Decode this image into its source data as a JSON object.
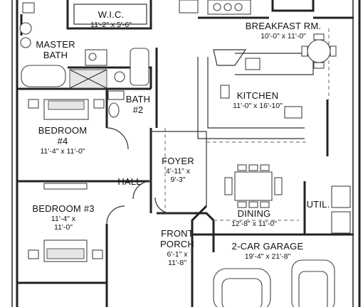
{
  "rooms": {
    "wic": {
      "name": "W.I.C.",
      "dims": "11'-2\" x 5'-6\""
    },
    "breakfast": {
      "name": "BREAKFAST RM.",
      "dims": "10'-0\" x 11'-0\""
    },
    "master_bath": {
      "line1": "MASTER",
      "line2": "BATH"
    },
    "kitchen": {
      "name": "KITCHEN",
      "dims": "11'-0\" x 16'-10\""
    },
    "bath2": {
      "line1": "BATH",
      "line2": "#2"
    },
    "bedroom4": {
      "line1": "BEDROOM",
      "line2": "#4",
      "dims": "11'-4\" x 11'-0\""
    },
    "foyer": {
      "name": "FOYER",
      "dims1": "4'-11\" x",
      "dims2": "9'-3\""
    },
    "hall": {
      "name": "HALL"
    },
    "bedroom3": {
      "name": "BEDROOM #3",
      "dims1": "11'-4\" x",
      "dims2": "11'-0\""
    },
    "utility": {
      "name": "UTIL."
    },
    "dining": {
      "name": "DINING",
      "dims": "12'-8\" x 11'-0\""
    },
    "front_porch": {
      "line1": "FRONT",
      "line2": "PORCH",
      "dims1": "6'-1\" x",
      "dims2": "11'-8\""
    },
    "garage": {
      "name": "2-CAR GARAGE",
      "dims": "19'-4\" x 21'-8\""
    }
  }
}
